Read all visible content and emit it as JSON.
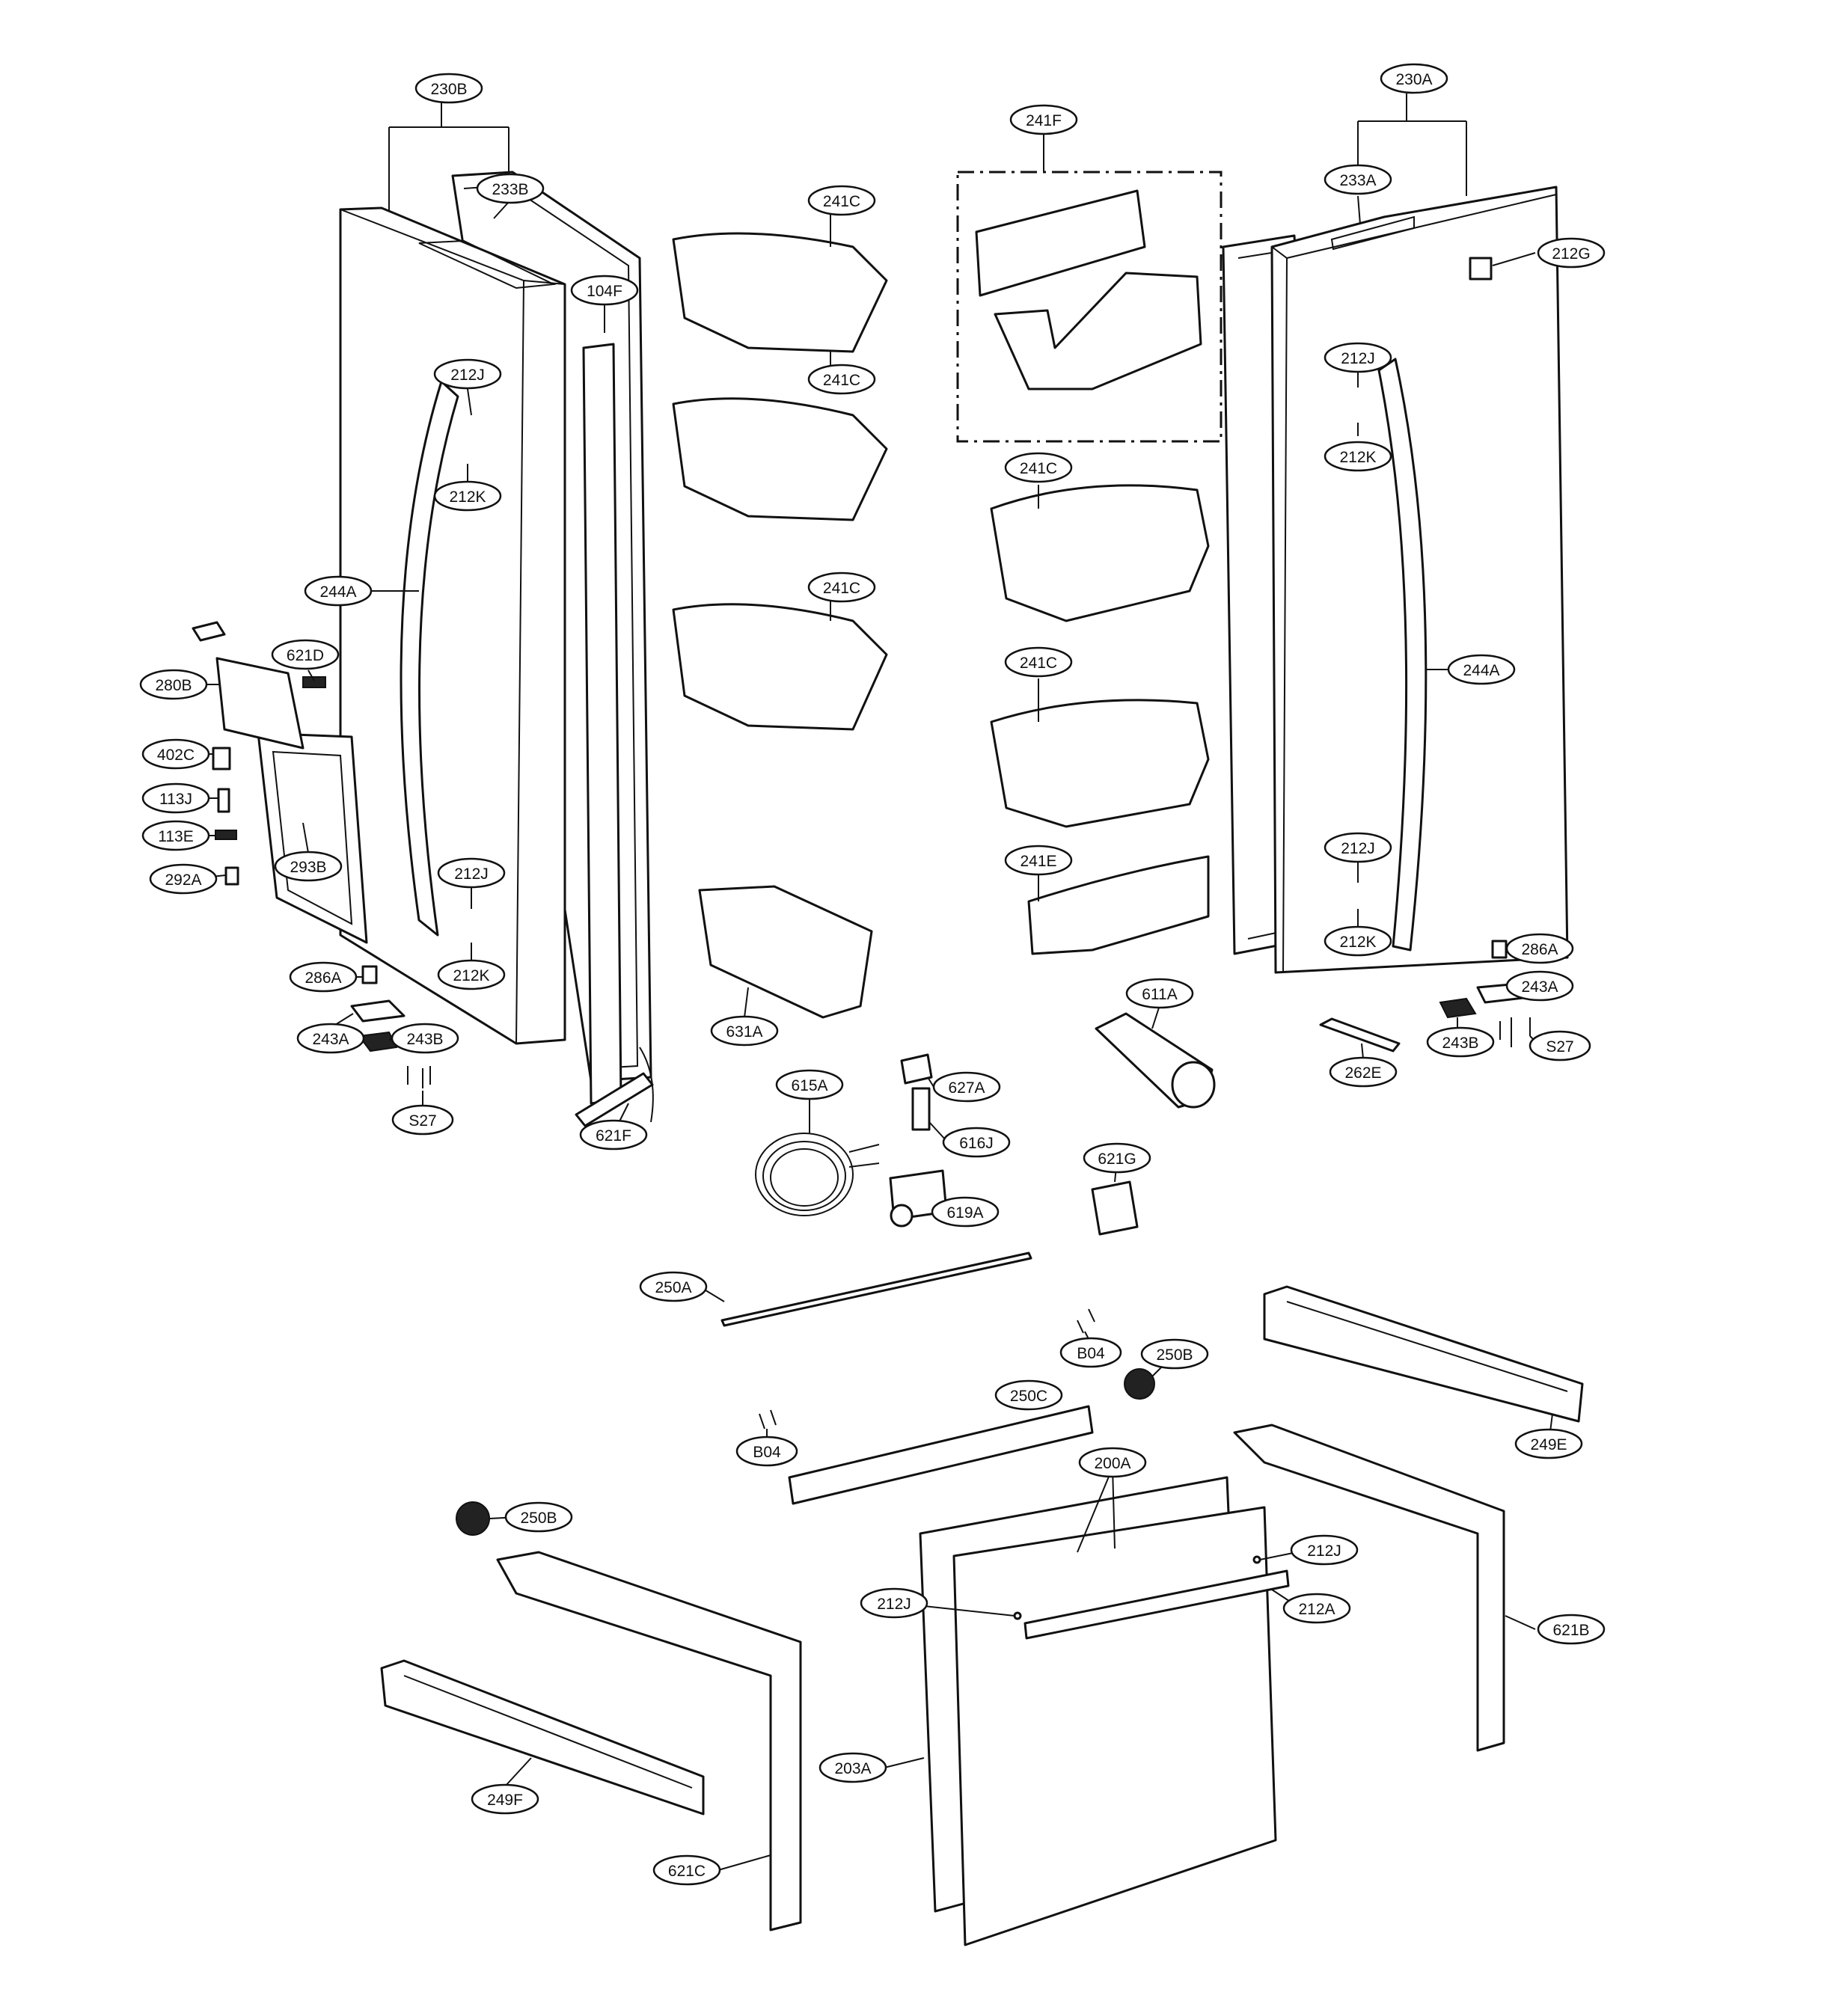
{
  "callouts": {
    "c230B": "230B",
    "c233B": "233B",
    "c104F": "104F",
    "c212J_l1": "212J",
    "c212K_l1": "212K",
    "c244A_l": "244A",
    "c621D": "621D",
    "c280B": "280B",
    "c402C": "402C",
    "c113J": "113J",
    "c113E": "113E",
    "c292A": "292A",
    "c293B": "293B",
    "c212J_l2": "212J",
    "c212K_l2": "212K",
    "c286A_l": "286A",
    "c243A_l": "243A",
    "c243B_l": "243B",
    "cS27_l": "S27",
    "c241C_1": "241C",
    "c241C_2": "241C",
    "c241C_3": "241C",
    "c241F": "241F",
    "c241C_4": "241C",
    "c241C_5": "241C",
    "c241E": "241E",
    "c631A": "631A",
    "c230A": "230A",
    "c233A": "233A",
    "c212G": "212G",
    "c212J_r1": "212J",
    "c212K_r1": "212K",
    "c244A_r": "244A",
    "c212J_r2": "212J",
    "c212K_r2": "212K",
    "c286A_r": "286A",
    "c243A_r": "243A",
    "c243B_r": "243B",
    "cS27_r": "S27",
    "c262E": "262E",
    "c611A": "611A",
    "c615A": "615A",
    "c627A": "627A",
    "c616J": "616J",
    "c619A": "619A",
    "c621F": "621F",
    "c621G": "621G",
    "c250A": "250A",
    "cB04_1": "B04",
    "c250B_1": "250B",
    "c250C": "250C",
    "cB04_2": "B04",
    "c249E": "249E",
    "c200A": "200A",
    "c250B_2": "250B",
    "c212J_b1": "212J",
    "c212J_b2": "212J",
    "c212A": "212A",
    "c621B": "621B",
    "c203A": "203A",
    "c249F": "249F",
    "c621C": "621C"
  }
}
